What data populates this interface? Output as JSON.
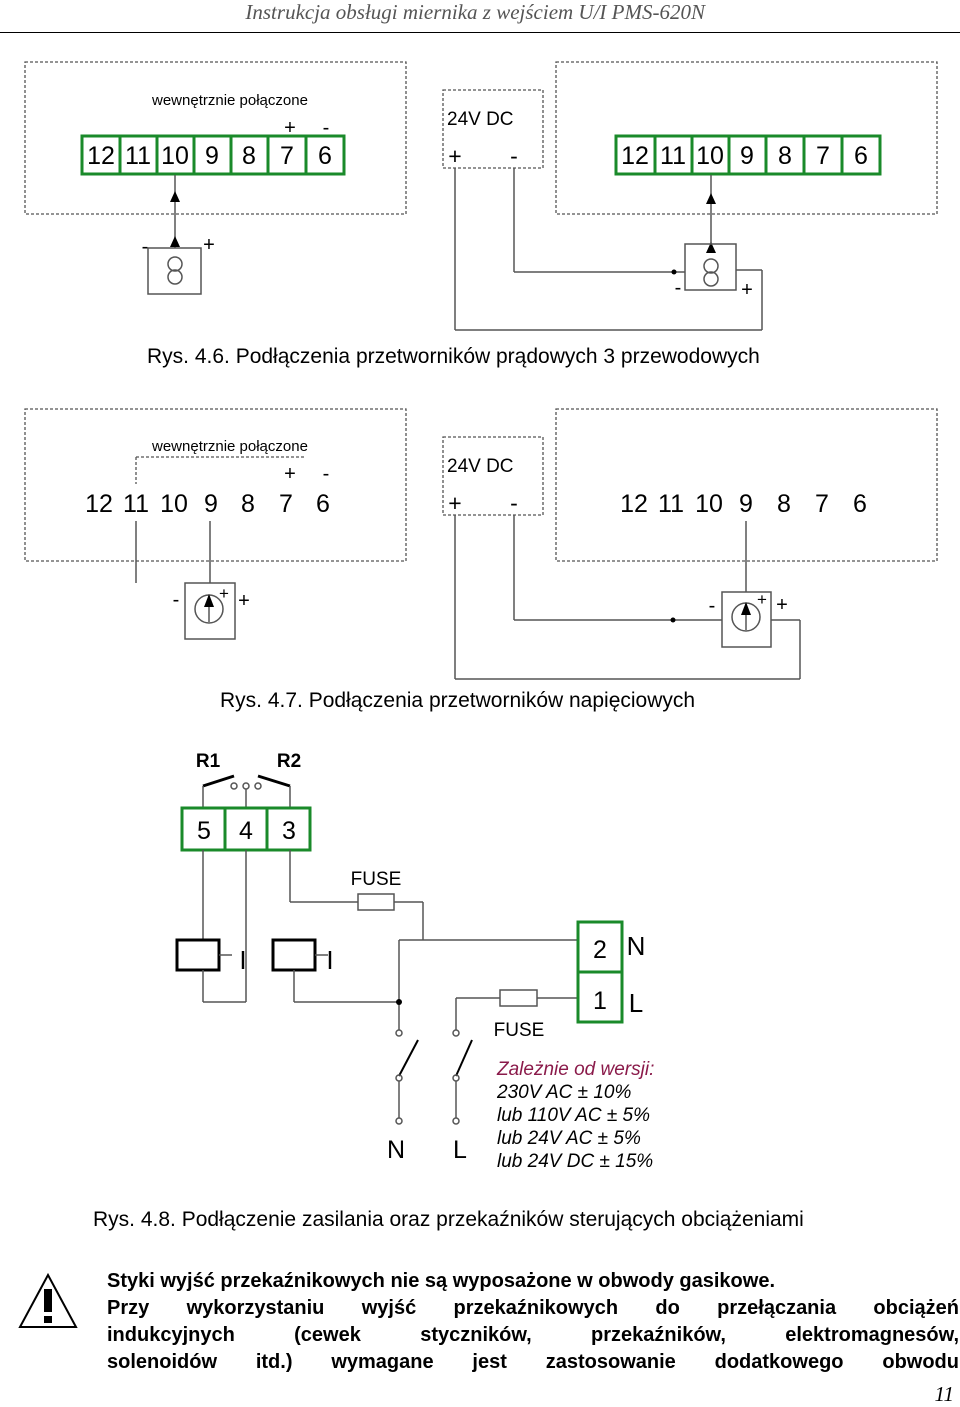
{
  "header": {
    "title": "Instrukcja obsługi   miernika z wejściem U/I PMS-620N"
  },
  "fig46": {
    "caption": "Rys. 4.6. Podłączenia przetworników prądowych 3 przewodowych",
    "internal_label": "wewnętrznie połączone",
    "internal_plus": "+",
    "internal_minus": "-",
    "supply_label": "24V DC",
    "supply_plus": "+",
    "supply_minus": "-",
    "terminals": [
      "12",
      "11",
      "10",
      "9",
      "8",
      "7",
      "6"
    ],
    "left_minus": "-",
    "left_plus": "+",
    "right_minus": "-",
    "right_plus": "+"
  },
  "fig47": {
    "caption": "Rys. 4.7. Podłączenia przetworników napięciowych",
    "internal_label": "wewnętrznie połączone",
    "internal_plus": "+",
    "internal_minus": "-",
    "supply_label": "24V DC",
    "supply_plus": "+",
    "supply_minus": "-",
    "terminals": [
      "12",
      "11",
      "10",
      "9",
      "8",
      "7",
      "6"
    ],
    "left_minus": "-",
    "left_sup": "+",
    "left_plus": "+",
    "right_minus": "-",
    "right_sup": "+",
    "right_plus": "+"
  },
  "fig48": {
    "caption": "Rys. 4.8. Podłączenie zasilania oraz przekaźników sterujących obciążeniami",
    "r1": "R1",
    "r2": "R2",
    "relay_terminals": [
      "5",
      "4",
      "3"
    ],
    "fuse_top": "FUSE",
    "fuse_bottom": "FUSE",
    "power_terminals": [
      "2",
      "1"
    ],
    "label_n_right": "N",
    "label_l_right": "L",
    "label_n_bottom": "N",
    "label_l_bottom": "L",
    "coil_mark": "I",
    "supply_title": "Zależnie od wersji:",
    "supply_lines": [
      "230V AC ± 10%",
      "lub 110V AC ± 5%",
      "lub 24V AC ± 5%",
      "lub 24V DC ± 15%"
    ]
  },
  "warning": {
    "icon": "warning-triangle-icon",
    "lines": [
      "Styki wyjść przekaźnikowych nie są wyposażone w obwody gasikowe.",
      "Przy wykorzystaniu wyjść przekaźnikowych do przełączania obciążeń",
      "indukcyjnych (cewek styczników, przekaźników, elektromagnesów,",
      "solenoidów itd.) wymagane jest zastosowanie dodatkowego obwodu"
    ]
  },
  "page_number": "11"
}
